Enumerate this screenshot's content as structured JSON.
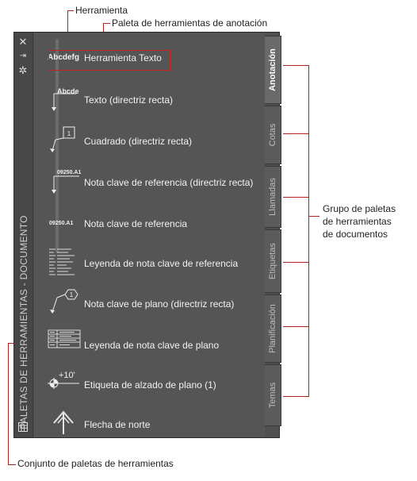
{
  "callouts": {
    "herramienta": "Herramienta",
    "paleta_anotacion": "Paleta de herramientas de anotación",
    "grupo_line1": "Grupo de paletas",
    "grupo_line2": "de herramientas",
    "grupo_line3": "de documentos",
    "conjunto": "Conjunto de paletas de herramientas"
  },
  "palette": {
    "title": "PALETAS DE HERRAMIENTAS - DOCUMENTO",
    "tools": [
      {
        "label": "Herramienta Texto",
        "icon": "text-sample-icon",
        "sample": "Abcdefg"
      },
      {
        "label": "Texto (directriz recta)",
        "icon": "text-leader-icon",
        "sample": "Abcde"
      },
      {
        "label": "Cuadrado (directriz recta)",
        "icon": "square-leader-icon",
        "sample": "1"
      },
      {
        "label": "Nota clave de referencia (directriz recta)",
        "icon": "keynote-leader-icon",
        "sample": "09250.A1"
      },
      {
        "label": "Nota clave de referencia",
        "icon": "keynote-icon",
        "sample": "09250.A1"
      },
      {
        "label": "Leyenda de nota clave de referencia",
        "icon": "keynote-legend-icon"
      },
      {
        "label": "Nota clave de plano (directriz recta)",
        "icon": "hexagon-leader-icon",
        "sample": "1"
      },
      {
        "label": "Leyenda de nota clave de plano",
        "icon": "plan-legend-icon"
      },
      {
        "label": "Etiqueta de alzado de plano (1)",
        "icon": "elevation-label-icon",
        "sample": "+10'"
      },
      {
        "label": "Flecha de norte",
        "icon": "north-arrow-icon"
      }
    ],
    "tabs": [
      {
        "label": "Anotación",
        "active": true
      },
      {
        "label": "Cotas",
        "active": false
      },
      {
        "label": "Llamadas",
        "active": false
      },
      {
        "label": "Etiquetas",
        "active": false
      },
      {
        "label": "Planificación",
        "active": false
      },
      {
        "label": "Temas",
        "active": false
      }
    ]
  },
  "colors": {
    "callout_line": "#b22222",
    "palette_bg": "#555555",
    "tab_bg": "#5b5b5b"
  }
}
